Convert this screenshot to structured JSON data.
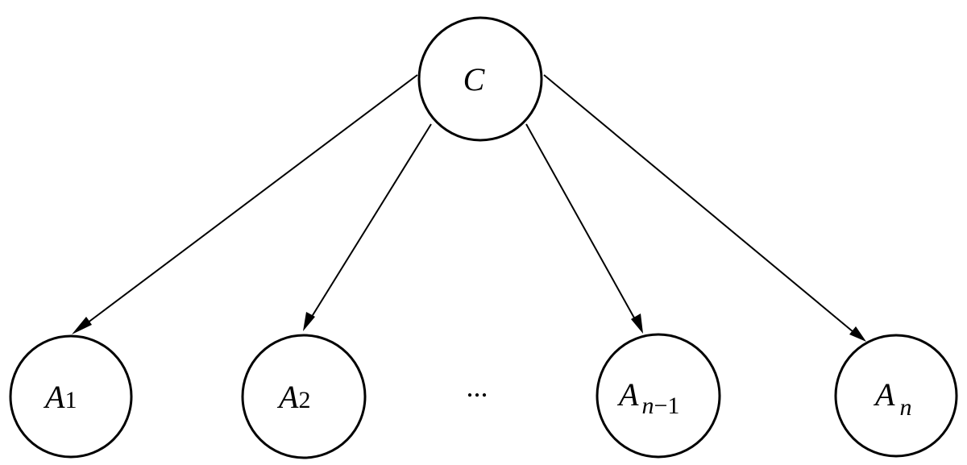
{
  "nodes": {
    "root": {
      "letter": "C"
    },
    "leaves": [
      {
        "letter": "A",
        "sub_italic": "",
        "sub_upright": "1"
      },
      {
        "letter": "A",
        "sub_italic": "",
        "sub_upright": "2"
      },
      {
        "letter": "A",
        "sub_italic": "n",
        "sub_upright": "−1"
      },
      {
        "letter": "A",
        "sub_italic": "n",
        "sub_upright": ""
      }
    ]
  },
  "ellipsis": "...",
  "colors": {
    "stroke": "#000000",
    "background": "#ffffff"
  }
}
